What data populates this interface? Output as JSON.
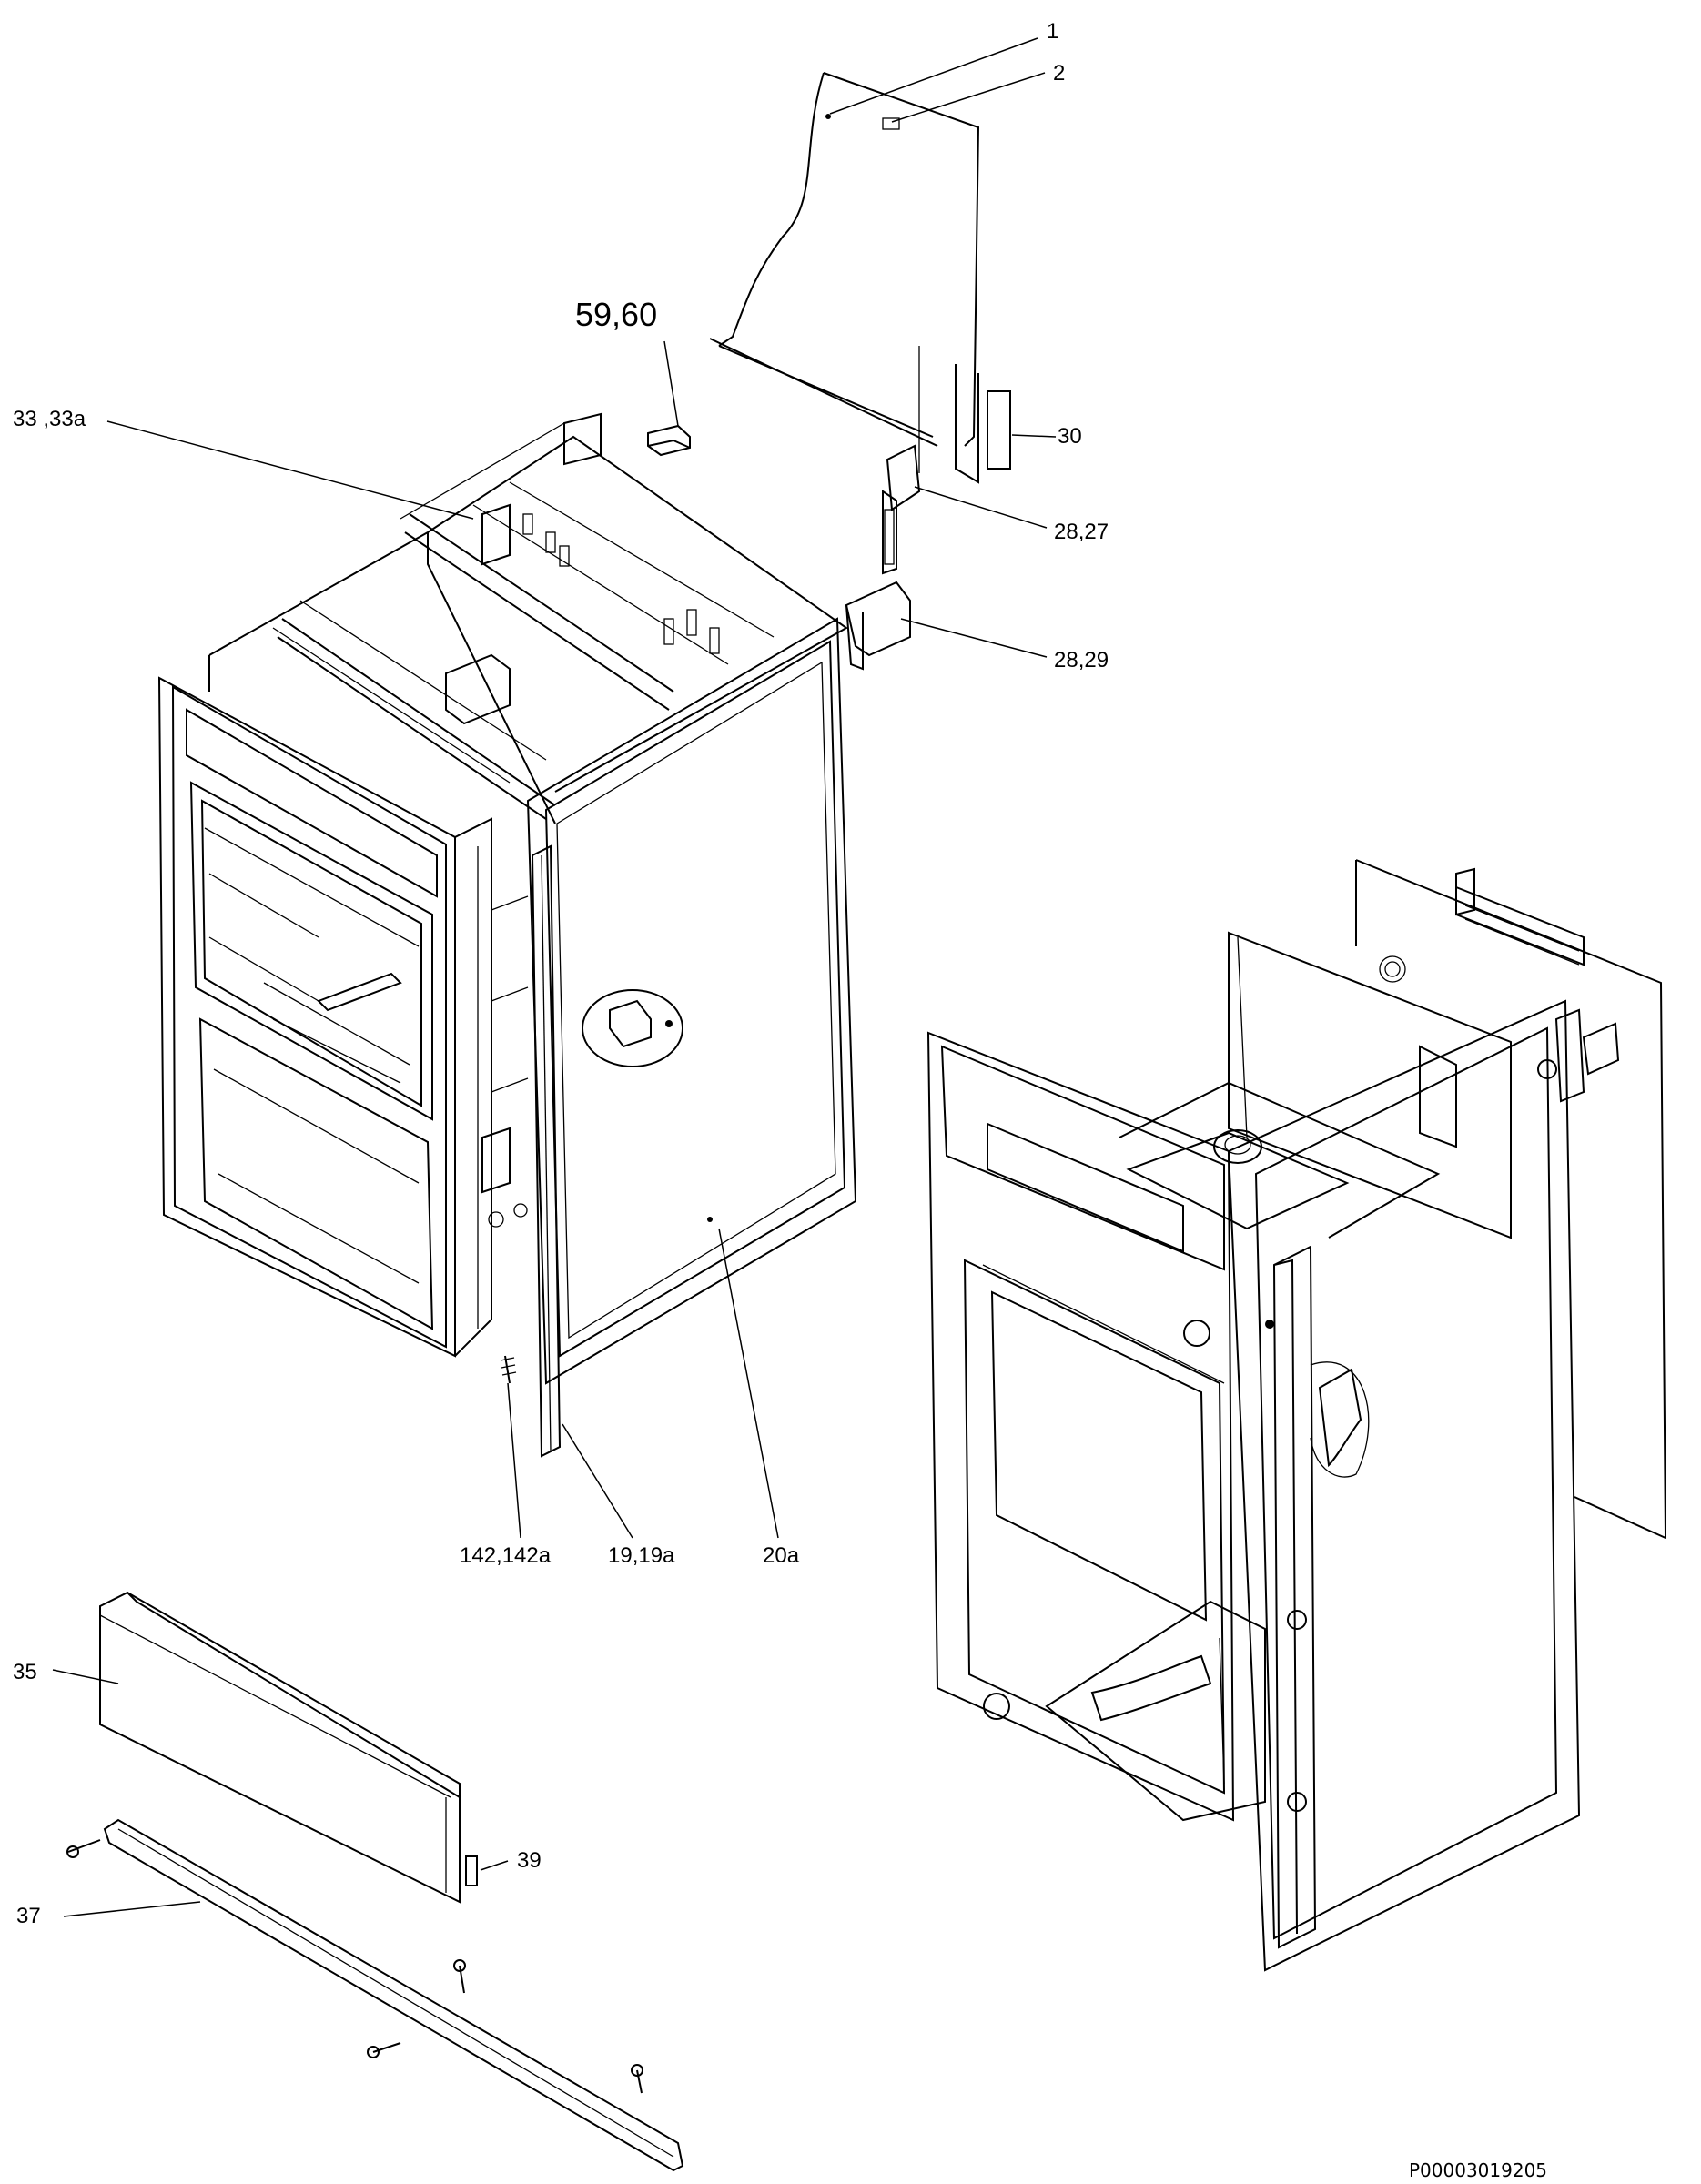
{
  "labels": {
    "p1": "1",
    "p2": "2",
    "p59_60": "59,60",
    "p33_33a": "33 ,33a",
    "p30": "30",
    "p28_27": "28,27",
    "p28_29": "28,29",
    "p142": "142,142a",
    "p19": "19,19a",
    "p20a": "20a",
    "p35": "35",
    "p39": "39",
    "p37": "37"
  },
  "doc_code": "P00003019205",
  "colors": {
    "line": "#000000",
    "background": "#ffffff"
  }
}
